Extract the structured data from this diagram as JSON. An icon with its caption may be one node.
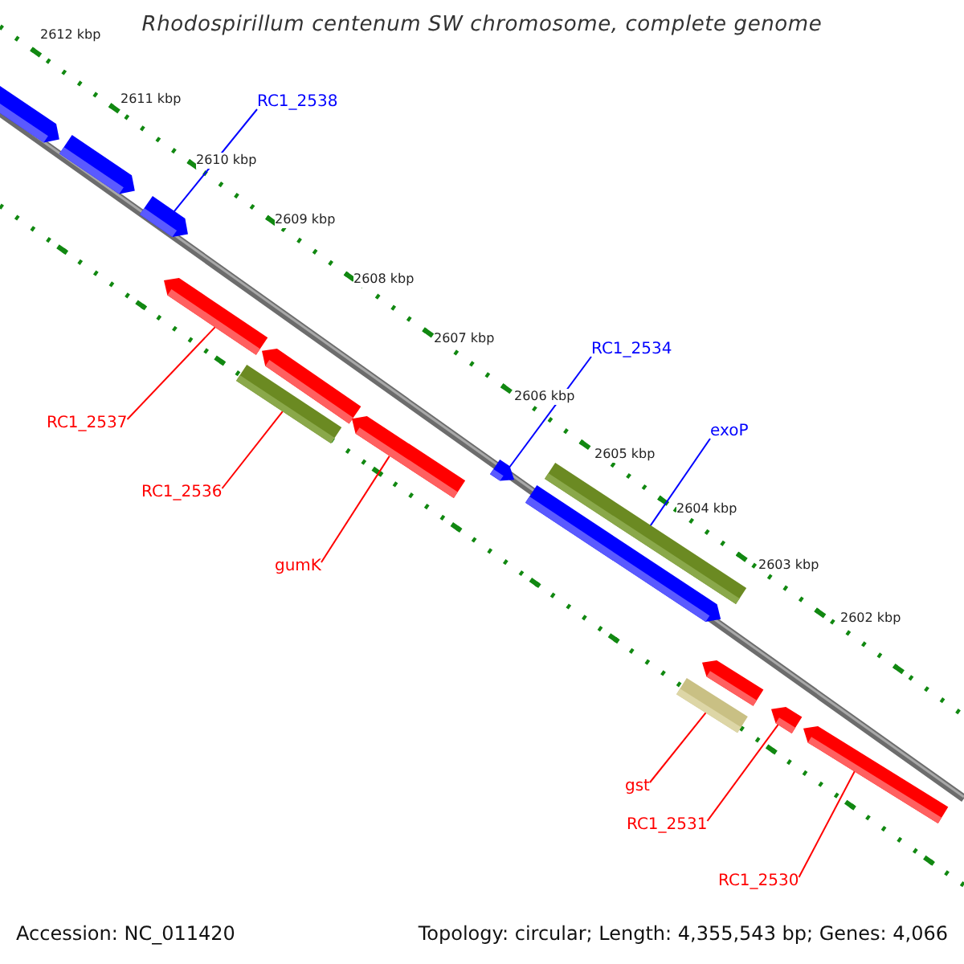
{
  "diagram": {
    "title": "Rhodospirillum centenum SW chromosome, complete genome",
    "nodes": [
      {
        "text": [
          "RC1_2538"
        ]
      },
      {
        "text": [],
        "shape": "arrow"
      },
      {
        "text": [],
        "shape": "arrow"
      },
      {
        "text": [],
        "shape": "arrow"
      },
      {
        "text": [],
        "shape": "arrow"
      },
      {
        "text": [],
        "shape": "arrow"
      },
      {
        "text": [],
        "shape": "bar"
      },
      {
        "text": [],
        "shape": "arrow"
      },
      {
        "text": [
          "RC1_2537"
        ]
      },
      {
        "text": [
          "RC1_2536"
        ]
      },
      {
        "text": [
          "RC1_2534"
        ]
      },
      {
        "text": [],
        "shape": "arrow"
      },
      {
        "text": [
          "exoP"
        ]
      },
      {
        "text": [],
        "shape": "bar"
      },
      {
        "text": [],
        "shape": "arrow"
      },
      {
        "text": [
          "gumK"
        ]
      },
      {
        "text": [],
        "shape": "arrow"
      },
      {
        "text": [],
        "shape": "bar"
      },
      {
        "text": [],
        "shape": "arrow"
      },
      {
        "text": [],
        "shape": "arrow"
      },
      {
        "text": [
          "gst"
        ]
      },
      {
        "text": [
          "RC1_2531"
        ]
      },
      {
        "text": [
          "RC1_2530"
        ]
      }
    ],
    "edges": [
      {
        "from": 0,
        "to": 3,
        "arrow": "none",
        "color": "#0000ff"
      },
      {
        "from": 8,
        "to": 4,
        "arrow": "none"
      },
      {
        "from": 9,
        "to": 6,
        "arrow": "none"
      },
      {
        "from": 10,
        "to": 11,
        "arrow": "none",
        "color": "#0000ff"
      },
      {
        "from": 12,
        "to": 13,
        "arrow": "none",
        "color": "#0000ff"
      },
      {
        "from": 15,
        "to": 7,
        "arrow": "none"
      },
      {
        "from": 20,
        "to": 17,
        "arrow": "none"
      },
      {
        "from": 21,
        "to": 18,
        "arrow": "none"
      },
      {
        "from": 22,
        "to": 19,
        "arrow": "none"
      }
    ],
    "labels": [
      "2612 kbp",
      "2611 kbp",
      "2610 kbp",
      "2609 kbp",
      "2608 kbp",
      "2607 kbp",
      "2606 kbp",
      "2605 kbp",
      "2604 kbp",
      "2603 kbp",
      "2602 kbp",
      "Accession: NC_011420",
      "Topology: circular; Length: 4,355,543 bp; Genes: 4,066"
    ]
  }
}
